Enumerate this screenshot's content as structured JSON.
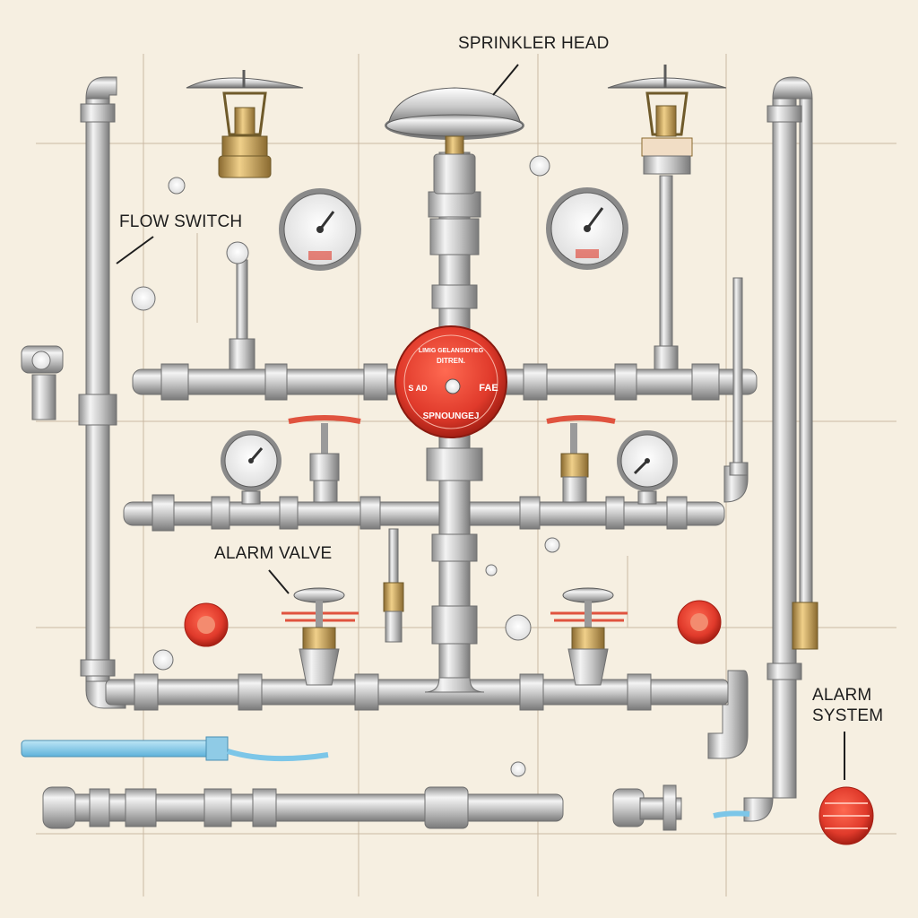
{
  "callouts": {
    "sprinkler_head": "SPRINKLER HEAD",
    "flow_switch": "FLOW SWITCH",
    "alarm_valve": "ALARM VALVE",
    "alarm_system_line1": "ALARM",
    "alarm_system_line2": "SYSTEM"
  },
  "alarm_plate": {
    "top_text": "LIMIG GELANSIDYEG",
    "line2": "DITREN.",
    "left_text": "S AD",
    "right_text": "FAE",
    "bottom_text": "SPNOUNGEJ"
  },
  "colors": {
    "background": "#f6efe1",
    "pipe": "#c9c9c9",
    "alarm_red": "#e03a2b",
    "water": "#7cc6e8",
    "brass": "#c9a15b"
  },
  "icons": [
    "sprinkler-head-icon",
    "pressure-gauge-icon",
    "gate-valve-icon",
    "alarm-bell-icon",
    "flow-switch-icon"
  ]
}
